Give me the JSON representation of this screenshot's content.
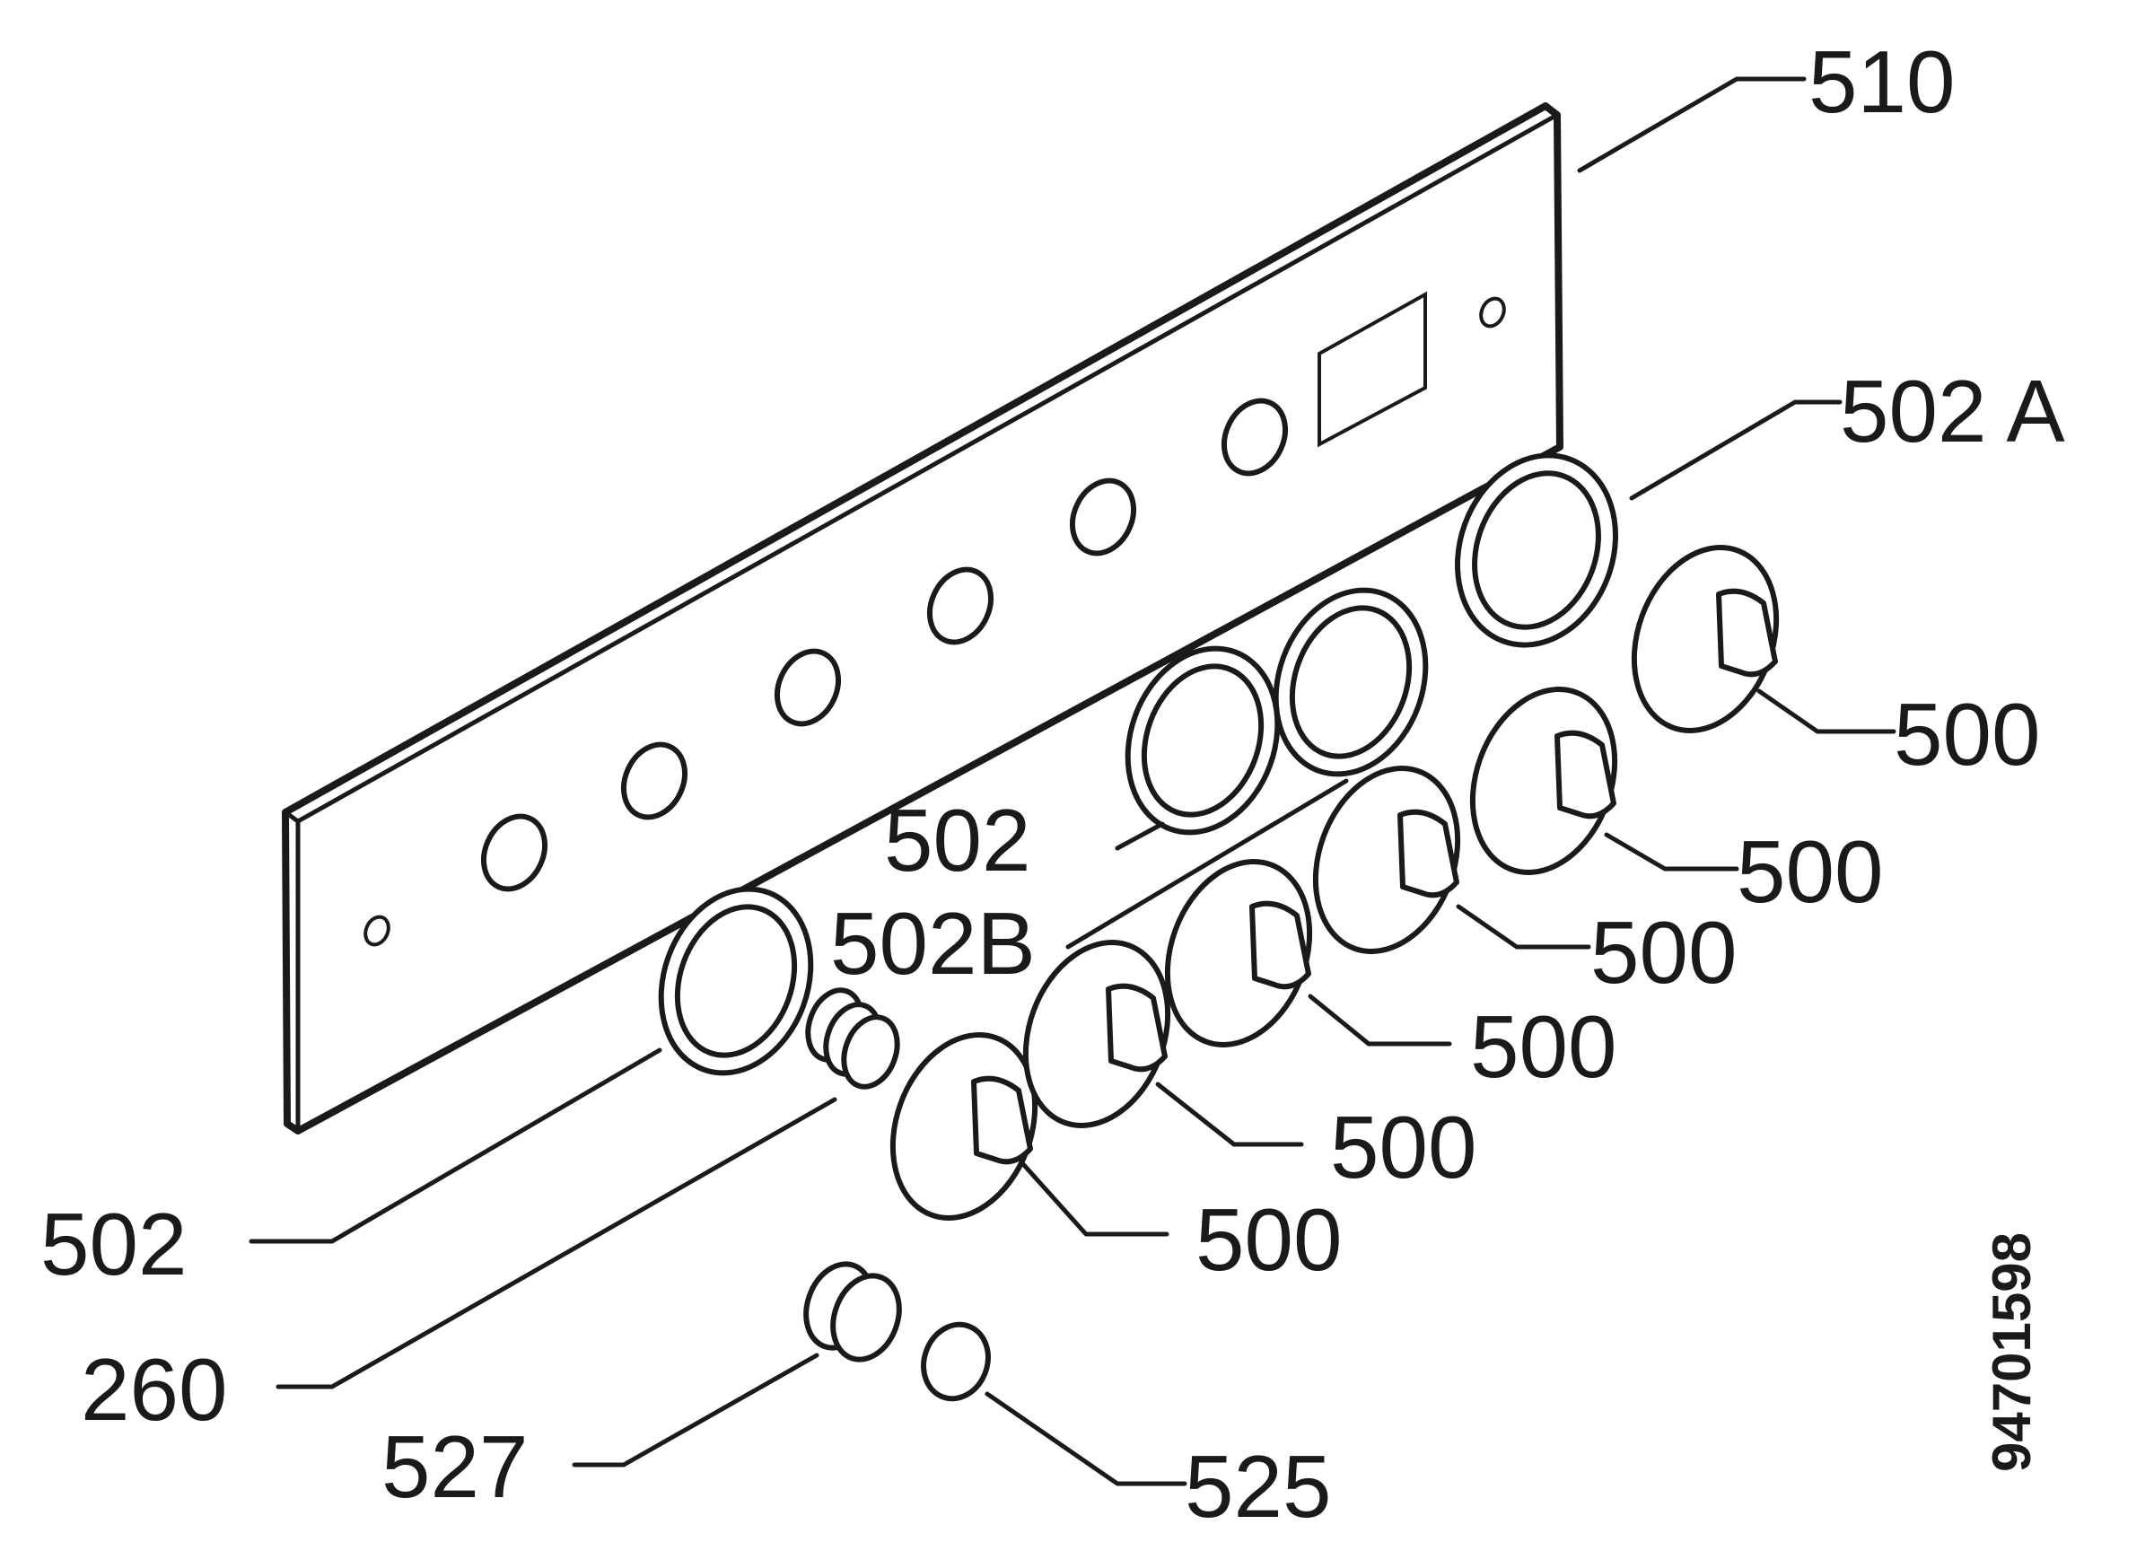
{
  "labels": {
    "panel": "510",
    "ring_a": "502 A",
    "ring_b": "502B",
    "ring_upper": "502",
    "ring_lower": "502",
    "knob_1": "500",
    "knob_2": "500",
    "knob_3": "500",
    "knob_4": "500",
    "knob_5": "500",
    "knob_6": "500",
    "spring": "260",
    "cap_large": "527",
    "cap_small": "525"
  },
  "drawing_number": "94701598"
}
